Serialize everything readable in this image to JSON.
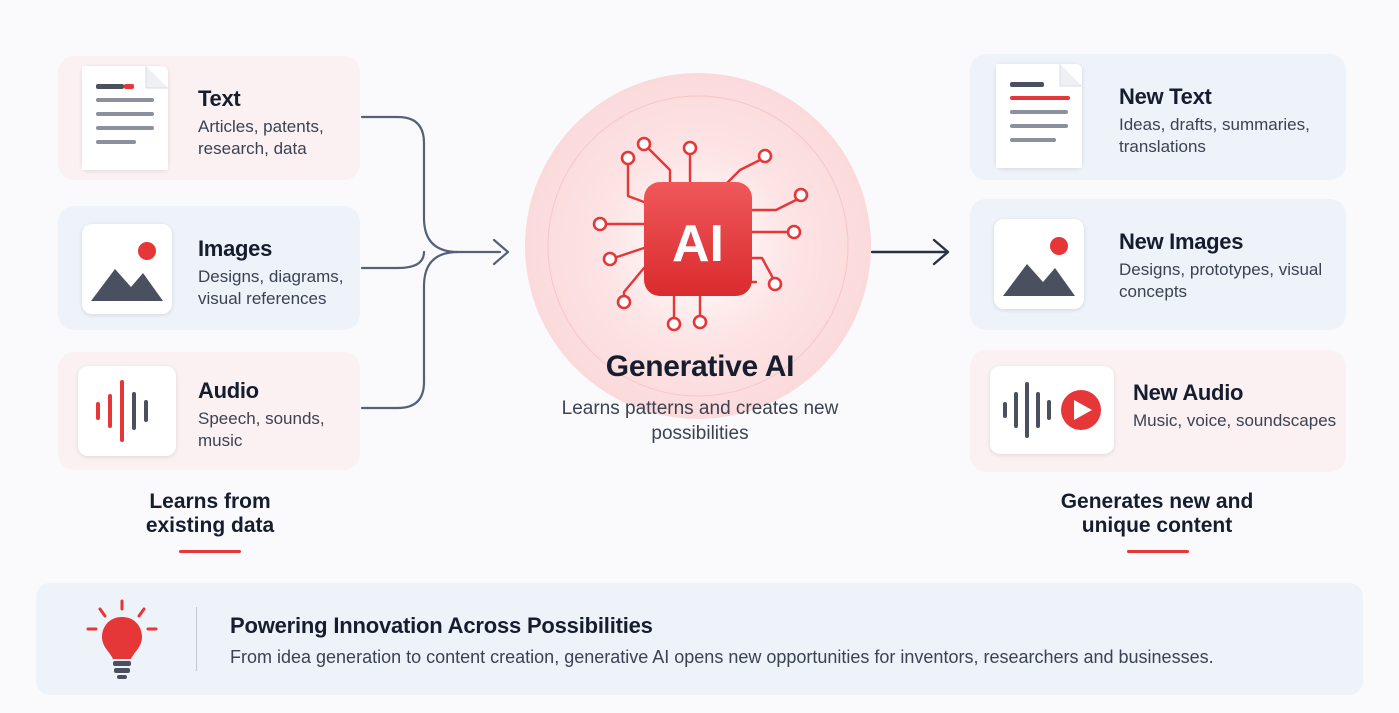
{
  "inputs": {
    "caption": "Learns from existing data",
    "items": [
      {
        "title": "Text",
        "description": "Articles, patents, research, data",
        "icon": "document-icon"
      },
      {
        "title": "Images",
        "description": "Designs, diagrams, visual references",
        "icon": "image-icon"
      },
      {
        "title": "Audio",
        "description": "Speech, sounds, music",
        "icon": "audio-wave-icon"
      }
    ]
  },
  "center": {
    "chip_label": "AI",
    "title": "Generative AI",
    "description": "Learns patterns and creates new possibilities",
    "icon": "ai-chip-icon"
  },
  "outputs": {
    "caption": "Generates new and unique content",
    "items": [
      {
        "title": "New Text",
        "description": "Ideas, drafts, summaries, translations",
        "icon": "document-icon"
      },
      {
        "title": "New Images",
        "description": "Designs, prototypes, visual concepts",
        "icon": "image-icon"
      },
      {
        "title": "New Audio",
        "description": "Music, voice, soundscapes",
        "icon": "audio-play-icon"
      }
    ]
  },
  "banner": {
    "title": "Powering Innovation Across Possibilities",
    "description": "From idea generation to content creation, generative AI opens new opportunities for inventors, researchers and businesses.",
    "icon": "lightbulb-icon"
  },
  "colors": {
    "accent": "#e53638",
    "dark": "#161d2e",
    "slate": "#4a5060",
    "pink_card": "#fbf1f2",
    "blue_card": "#eef2f9"
  }
}
